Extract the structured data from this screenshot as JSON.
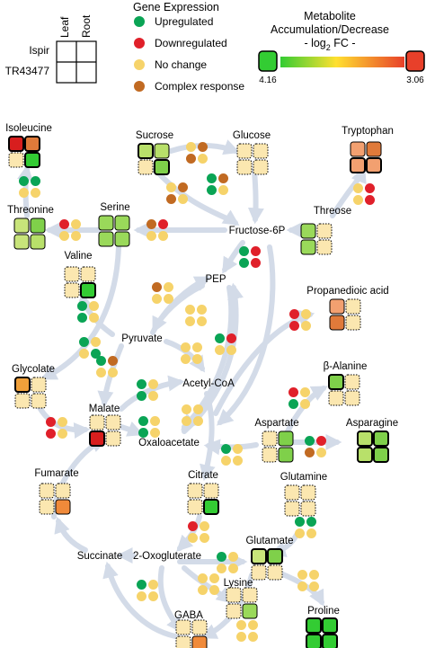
{
  "legend": {
    "grid_cols": [
      "Leaf",
      "Root"
    ],
    "grid_rows": [
      "Ispir",
      "TR43477"
    ],
    "gene_title": "Gene Expression",
    "gene_items": [
      {
        "label": "Upregulated",
        "color": "#0aa455"
      },
      {
        "label": "Downregulated",
        "color": "#e0202a"
      },
      {
        "label": "No change",
        "color": "#f6d36a"
      },
      {
        "label": "Complex response",
        "color": "#c16a22"
      }
    ],
    "metab_title_1": "Metabolite",
    "metab_title_2": "Accumulation/Decrease",
    "metab_title_3a": "- log",
    "metab_title_3sub": "2",
    "metab_title_3b": " FC -",
    "scale_min": "4.16",
    "scale_max": "3.06",
    "scale_green": "#33cc33",
    "scale_red": "#e8402a"
  },
  "metabolites": [
    {
      "id": "isoleucine",
      "label": "Isoleucine",
      "cells": [
        "#d81e1e",
        "#e07a3a",
        "#fbe7b0",
        "#33cc33"
      ]
    },
    {
      "id": "sucrose",
      "label": "Sucrose",
      "cells": [
        "#b8e06a",
        "#b8e06a",
        "#fbe7b0",
        "#7fd04a"
      ]
    },
    {
      "id": "glucose",
      "label": "Glucose",
      "cells": [
        "#fbe7b0",
        "#fbe7b0",
        "#fbe7b0",
        "#fbe7b0"
      ]
    },
    {
      "id": "tryptophan",
      "label": "Tryptophan",
      "cells": [
        "#f2a070",
        "#e07a3a",
        "#f2a070",
        "#f2a070"
      ]
    },
    {
      "id": "threonine",
      "label": "Threonine",
      "cells": [
        "#c8e47a",
        "#7fd04a",
        "#c8e47a",
        "#b8e06a"
      ]
    },
    {
      "id": "serine",
      "label": "Serine",
      "cells": [
        "#9ad95a",
        "#9ad95a",
        "#9ad95a",
        "#9ad95a"
      ]
    },
    {
      "id": "threose",
      "label": "Threose",
      "cells": [
        "#9ad95a",
        "#fbe7b0",
        "#9ad95a",
        "#fbe7b0"
      ]
    },
    {
      "id": "valine",
      "label": "Valine",
      "cells": [
        "#fbe7b0",
        "#fbe7b0",
        "#fbe7b0",
        "#33cc33"
      ]
    },
    {
      "id": "propanedioic",
      "label": "Propanedioic acid",
      "cells": [
        "#f2a070",
        "#fbe7b0",
        "#e07a3a",
        "#fbe7b0"
      ]
    },
    {
      "id": "glycolate",
      "label": "Glycolate",
      "cells": [
        "#f0a03a",
        "#fbe7b0",
        "#fbe7b0",
        "#fbe7b0"
      ]
    },
    {
      "id": "balanine",
      "label": "β-Alanine",
      "cells": [
        "#7fd04a",
        "#fbe7b0",
        "#fbe7b0",
        "#fbe7b0"
      ]
    },
    {
      "id": "malate",
      "label": "Malate",
      "cells": [
        "#fbe7b0",
        "#fbe7b0",
        "#d81e1e",
        "#fbe7b0"
      ]
    },
    {
      "id": "aspartate",
      "label": "Aspartate",
      "cells": [
        "#fbe7b0",
        "#7fd04a",
        "#fbe7b0",
        "#7fd04a"
      ]
    },
    {
      "id": "asparagine",
      "label": "Asparagine",
      "cells": [
        "#b8e06a",
        "#7fd04a",
        "#b8e06a",
        "#7fd04a"
      ]
    },
    {
      "id": "fumarate",
      "label": "Fumarate",
      "cells": [
        "#fbe7b0",
        "#fbe7b0",
        "#fbe7b0",
        "#f08a3a"
      ]
    },
    {
      "id": "citrate",
      "label": "Citrate",
      "cells": [
        "#fbe7b0",
        "#fbe7b0",
        "#fbe7b0",
        "#33cc33"
      ]
    },
    {
      "id": "glutamine",
      "label": "Glutamine",
      "cells": [
        "#fbe7b0",
        "#fbe7b0",
        "#fbe7b0",
        "#fbe7b0"
      ]
    },
    {
      "id": "glutamate",
      "label": "Glutamate",
      "cells": [
        "#c8e47a",
        "#7fd04a",
        "#fbe7b0",
        "#fbe7b0"
      ]
    },
    {
      "id": "lysine",
      "label": "Lysine",
      "cells": [
        "#fbe7b0",
        "#fbe7b0",
        "#fbe7b0",
        "#9ad95a"
      ]
    },
    {
      "id": "proline",
      "label": "Proline",
      "cells": [
        "#33cc33",
        "#33cc33",
        "#33cc33",
        "#33cc33"
      ]
    },
    {
      "id": "gaba",
      "label": "GABA",
      "cells": [
        "#fbe7b0",
        "#fbe7b0",
        "#fbe7b0",
        "#f08a3a"
      ]
    }
  ],
  "nodes": [
    {
      "id": "fructose6p",
      "label": "Fructose-6P"
    },
    {
      "id": "pep",
      "label": "PEP"
    },
    {
      "id": "pyruvate",
      "label": "Pyruvate"
    },
    {
      "id": "acetylcoa",
      "label": "Acetyl-CoA"
    },
    {
      "id": "oxaloacetate",
      "label": "Oxaloacetate"
    },
    {
      "id": "succinate",
      "label": "Succinate"
    },
    {
      "id": "oxoglutarate",
      "label": "2-Oxogluterate"
    }
  ],
  "gene_dot_groups": [
    {
      "id": "g-ile",
      "dots": [
        "#0aa455",
        "#0aa455",
        "#f6d36a",
        "#f6d36a"
      ]
    },
    {
      "id": "g-sucrose-glucose",
      "dots": [
        "#f6d36a",
        "#c16a22",
        "#c16a22",
        "#f6d36a"
      ]
    },
    {
      "id": "g-sucrose-f6p",
      "dots": [
        "#f6d36a",
        "#c16a22",
        "#c16a22",
        "#f6d36a"
      ]
    },
    {
      "id": "g-glucose-f6p",
      "dots": [
        "#0aa455",
        "#c16a22",
        "#0aa455",
        "#f6d36a"
      ]
    },
    {
      "id": "g-trp",
      "dots": [
        "#f6d36a",
        "#e0202a",
        "#f6d36a",
        "#e0202a"
      ]
    },
    {
      "id": "g-ser-f6p",
      "dots": [
        "#c16a22",
        "#e0202a",
        "#f6d36a",
        "#f6d36a"
      ]
    },
    {
      "id": "g-thr-ser",
      "dots": [
        "#e0202a",
        "#f6d36a",
        "#f6d36a",
        "#f6d36a"
      ]
    },
    {
      "id": "g-f6p-pep",
      "dots": [
        "#0aa455",
        "#e0202a",
        "#0aa455",
        "#e0202a"
      ]
    },
    {
      "id": "g-valine",
      "dots": [
        "#0aa455",
        "#f6d36a",
        "#0aa455",
        "#f6d36a"
      ]
    },
    {
      "id": "g-pep-pyr-top",
      "dots": [
        "#c16a22",
        "#f6d36a",
        "#f6d36a",
        "#f6d36a"
      ]
    },
    {
      "id": "g-pep-pyr",
      "dots": [
        "#f6d36a",
        "#f6d36a",
        "#f6d36a",
        "#f6d36a"
      ]
    },
    {
      "id": "g-propanedioic",
      "dots": [
        "#e0202a",
        "#f6d36a",
        "#e0202a",
        "#f6d36a"
      ]
    },
    {
      "id": "g-val-pyr",
      "dots": [
        "#0aa455",
        "#f6d36a",
        "#f6d36a",
        "#0aa455"
      ]
    },
    {
      "id": "g-pyr-acoa",
      "dots": [
        "#f6d36a",
        "#f6d36a",
        "#f6d36a",
        "#f6d36a"
      ]
    },
    {
      "id": "g-pep-oaa",
      "dots": [
        "#0aa455",
        "#e0202a",
        "#f6d36a",
        "#f6d36a"
      ]
    },
    {
      "id": "g-glyc-malate",
      "dots": [
        "#0aa455",
        "#c16a22",
        "#f6d36a",
        "#f6d36a"
      ]
    },
    {
      "id": "g-balanine",
      "dots": [
        "#e0202a",
        "#f6d36a",
        "#0aa455",
        "#f6d36a"
      ]
    },
    {
      "id": "g-malate-acoa",
      "dots": [
        "#0aa455",
        "#f6d36a",
        "#0aa455",
        "#f6d36a"
      ]
    },
    {
      "id": "g-glyc-malate2",
      "dots": [
        "#e0202a",
        "#f6d36a",
        "#e0202a",
        "#f6d36a"
      ]
    },
    {
      "id": "g-malate-oaa",
      "dots": [
        "#0aa455",
        "#f6d36a",
        "#0aa455",
        "#f6d36a"
      ]
    },
    {
      "id": "g-acoa-cit",
      "dots": [
        "#f6d36a",
        "#f6d36a",
        "#f6d36a",
        "#f6d36a"
      ]
    },
    {
      "id": "g-asp-oaa",
      "dots": [
        "#0aa455",
        "#f6d36a",
        "#f6d36a",
        "#f6d36a"
      ]
    },
    {
      "id": "g-asp-asn",
      "dots": [
        "#0aa455",
        "#e0202a",
        "#c16a22",
        "#f6d36a"
      ]
    },
    {
      "id": "g-cit-oxo",
      "dots": [
        "#e0202a",
        "#f6d36a",
        "#f6d36a",
        "#f6d36a"
      ]
    },
    {
      "id": "g-gln-glu",
      "dots": [
        "#0aa455",
        "#0aa455",
        "#f6d36a",
        "#f6d36a"
      ]
    },
    {
      "id": "g-oxo-glu",
      "dots": [
        "#0aa455",
        "#f6d36a",
        "#f6d36a",
        "#f6d36a"
      ]
    },
    {
      "id": "g-glu-pro",
      "dots": [
        "#f6d36a",
        "#f6d36a",
        "#f6d36a",
        "#f6d36a"
      ]
    },
    {
      "id": "g-oxo-lys",
      "dots": [
        "#f6d36a",
        "#f6d36a",
        "#f6d36a",
        "#f6d36a"
      ]
    },
    {
      "id": "g-succ-gaba",
      "dots": [
        "#0aa455",
        "#f6d36a",
        "#f6d36a",
        "#f6d36a"
      ]
    },
    {
      "id": "g-gaba-glu",
      "dots": [
        "#f6d36a",
        "#f6d36a",
        "#f6d36a",
        "#f6d36a"
      ]
    }
  ]
}
